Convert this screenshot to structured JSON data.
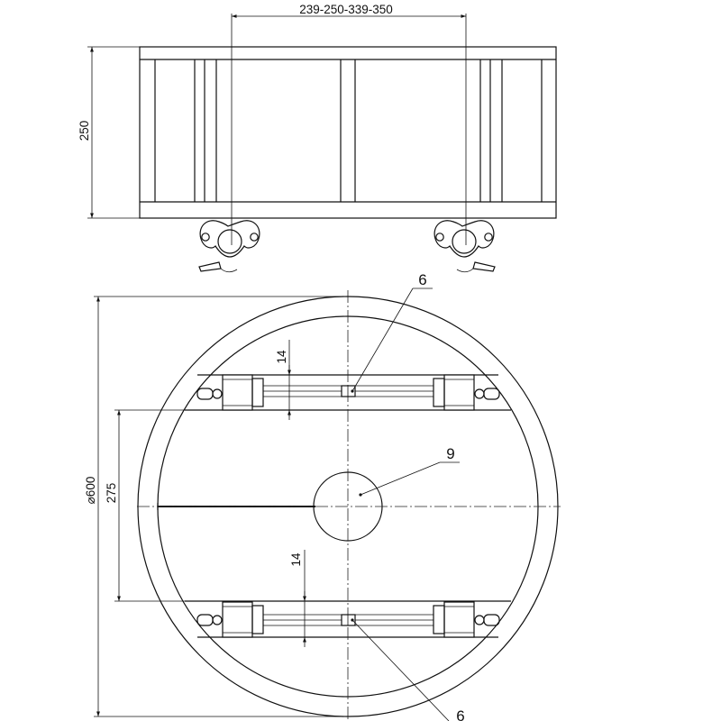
{
  "drawing": {
    "dimensions": {
      "clamp_spacing": "239-250-339-350",
      "height": "250",
      "diameter_symbol": "⌀",
      "diameter": "600",
      "inner_spacing": "275",
      "rail_top": "14",
      "rail_bottom": "14"
    },
    "callouts": {
      "top": "6",
      "center": "9",
      "bottom": "6"
    }
  }
}
